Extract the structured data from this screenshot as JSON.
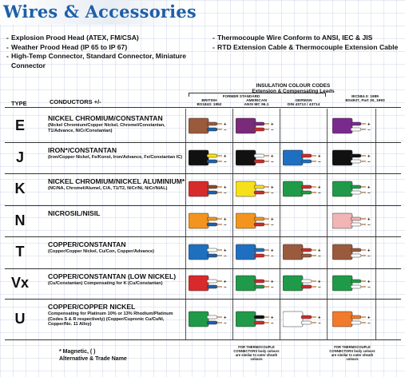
{
  "title": "Wires & Accessories",
  "features_left": [
    "Explosion Prood Head (ATEX, FM/CSA)",
    "Weather Prood Head (IP 65 to IP 67)",
    "High-Temp Connector, Standard Connector, Miniature Connector"
  ],
  "features_right": [
    "Thermocouple Wire Conform to ANSI, IEC & JIS",
    "RTD Extension Cable & Thermocouple Extension Cable"
  ],
  "table_header": {
    "type": "TYPE",
    "conductors": "CONDUCTORS +/-",
    "insulation_line1": "INSULATION COLOUR CODES",
    "insulation_line2": "Extension & Compensating Leads",
    "former_standard": "FORMER STANDARD",
    "british": "BRITISH\nBS1843: 1952",
    "american": "AMERICAN\nANSI MC 96.1",
    "german": "GERMAN\nDIN 43713 / 43714",
    "iec": "IEC584-3: 1989\nBS4937, Part 30, 1993"
  },
  "rows": [
    {
      "type": "E",
      "name": "NICKEL CHROMIUM/CONSTANTAN",
      "alt": "(Nickel Chromium/Copper Nickel, Chromel/Constantan, T1/Advance, NiCr/Constantan)",
      "cables": {
        "british": {
          "jacket": "#9b5a3c",
          "pos": "#9b5a3c",
          "neg": "#1e5fa8"
        },
        "american": {
          "jacket": "#7a2a7a",
          "pos": "#7a2a7a",
          "neg": "#d02a2a"
        },
        "german": null,
        "iec": {
          "jacket": "#7a2a8e",
          "pos": "#7a2a8e",
          "neg": "#ffffff"
        }
      }
    },
    {
      "type": "J",
      "name": "IRON*/CONSTANTAN",
      "alt": "(Iron/Copper Nickel, Fe/Konst, Iron/Advance, Fe/Constantan IC)",
      "cables": {
        "british": {
          "jacket": "#111111",
          "pos": "#ffe600",
          "neg": "#1e5fa8"
        },
        "american": {
          "jacket": "#111111",
          "pos": "#ffffff",
          "neg": "#d02a2a"
        },
        "german": {
          "jacket": "#1e6fc0",
          "pos": "#d02a2a",
          "neg": "#1e6fc0"
        },
        "iec": {
          "jacket": "#111111",
          "pos": "#111111",
          "neg": "#ffffff"
        }
      }
    },
    {
      "type": "K",
      "name": "NICKEL CHROMIUM/NICKEL ALUMINIUM*",
      "alt": "(NC/NA, Chromel/Alumel, C/A, T1/T2, NiCr/Ni, NiCr/NiAL)",
      "cables": {
        "british": {
          "jacket": "#d82a2a",
          "pos": "#8a4a2a",
          "neg": "#1e5fa8"
        },
        "american": {
          "jacket": "#f5e01a",
          "pos": "#f5e01a",
          "neg": "#d02a2a"
        },
        "german": {
          "jacket": "#1f9a48",
          "pos": "#d02a2a",
          "neg": "#1f9a48"
        },
        "iec": {
          "jacket": "#1f9a48",
          "pos": "#1f9a48",
          "neg": "#ffffff"
        }
      }
    },
    {
      "type": "N",
      "name": "NICROSIL/NISIL",
      "alt": "",
      "cables": {
        "british": {
          "jacket": "#f2941e",
          "pos": "#f2941e",
          "neg": "#1e5fa8"
        },
        "american": {
          "jacket": "#f2941e",
          "pos": "#f2941e",
          "neg": "#d02a2a"
        },
        "german": null,
        "iec": {
          "jacket": "#f2b4b4",
          "pos": "#f2b4b4",
          "neg": "#ffffff"
        }
      }
    },
    {
      "type": "T",
      "name": "COPPER/CONSTANTAN",
      "alt": "(Copper/Copper Nickel, Cu/Con, Copper/Advance)",
      "cables": {
        "british": {
          "jacket": "#1e6fc0",
          "pos": "#ffffff",
          "neg": "#1e5fa8"
        },
        "american": {
          "jacket": "#1e6fc0",
          "pos": "#1e6fc0",
          "neg": "#d02a2a"
        },
        "german": {
          "jacket": "#9b5a3c",
          "pos": "#d02a2a",
          "neg": "#9b5a3c"
        },
        "iec": {
          "jacket": "#9b5a3c",
          "pos": "#9b5a3c",
          "neg": "#ffffff"
        }
      }
    },
    {
      "type": "Vx",
      "name": "COPPER/CONSTANTAN (LOW NICKEL)",
      "alt": "(Cu/Constantan) Compensating for K (Cu/Constantan)",
      "cables": {
        "british": {
          "jacket": "#d82a2a",
          "pos": "#ffffff",
          "neg": "#1e5fa8"
        },
        "american": {
          "jacket": "#1f9a48",
          "pos": "#d02a2a",
          "neg": "#1f9a48"
        },
        "german": {
          "jacket": "#1f9a48",
          "pos": "#ffffff",
          "neg": "#d02a2a"
        },
        "iec": {
          "jacket": "#1f9a48",
          "pos": "#1f9a48",
          "neg": "#ffffff"
        }
      }
    },
    {
      "type": "U",
      "name": "COPPER/COPPER NICKEL",
      "alt": "Compensating for Platinum 10% or 13% Rhodium/Platinum (Codes S & R respectively) (Copper/Cupronic Cu/CuNi, Copper/No. 11 Alloy)",
      "cables": {
        "british": {
          "jacket": "#1f9a48",
          "pos": "#ffffff",
          "neg": "#1e5fa8"
        },
        "american": {
          "jacket": "#1f9a48",
          "pos": "#111111",
          "neg": "#d02a2a"
        },
        "german": {
          "jacket": "#ffffff",
          "pos": "#d02a2a",
          "neg": "#ffffff"
        },
        "iec": {
          "jacket": "#f27a2a",
          "pos": "#f27a2a",
          "neg": "#ffffff"
        }
      }
    }
  ],
  "footnote_line1": "* Magnetic, ( )",
  "footnote_line2": "Alternative & Trade Name",
  "bottom_note": "FOR THERMOCOUPLE CONNECTORS body colours are similar to outer sheath colours"
}
